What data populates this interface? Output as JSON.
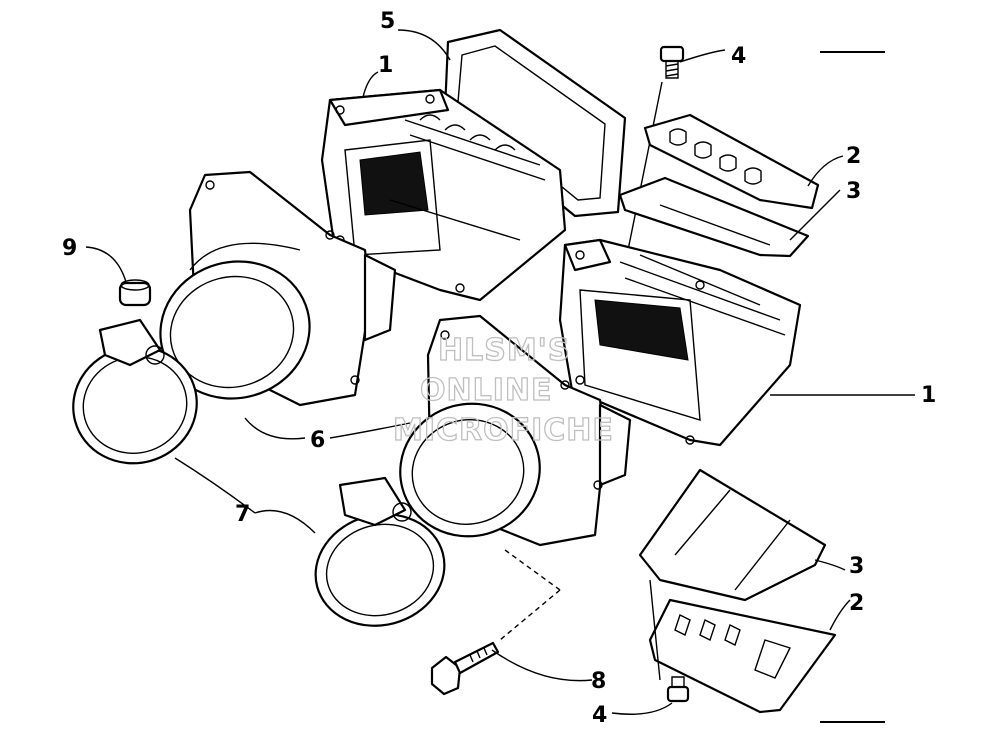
{
  "diagram": {
    "callouts": {
      "c5": "5",
      "c1_top": "1",
      "c4_top": "4",
      "c2_top": "2",
      "c3_top": "3",
      "c9": "9",
      "c1_right": "1",
      "c6": "6",
      "c7": "7",
      "c3_bottom": "3",
      "c2_bottom": "2",
      "c8": "8",
      "c4_bottom": "4"
    },
    "watermark": {
      "line1": "HLSM'S",
      "line2": "ONLINE",
      "line3": "MICROFICHE"
    }
  }
}
